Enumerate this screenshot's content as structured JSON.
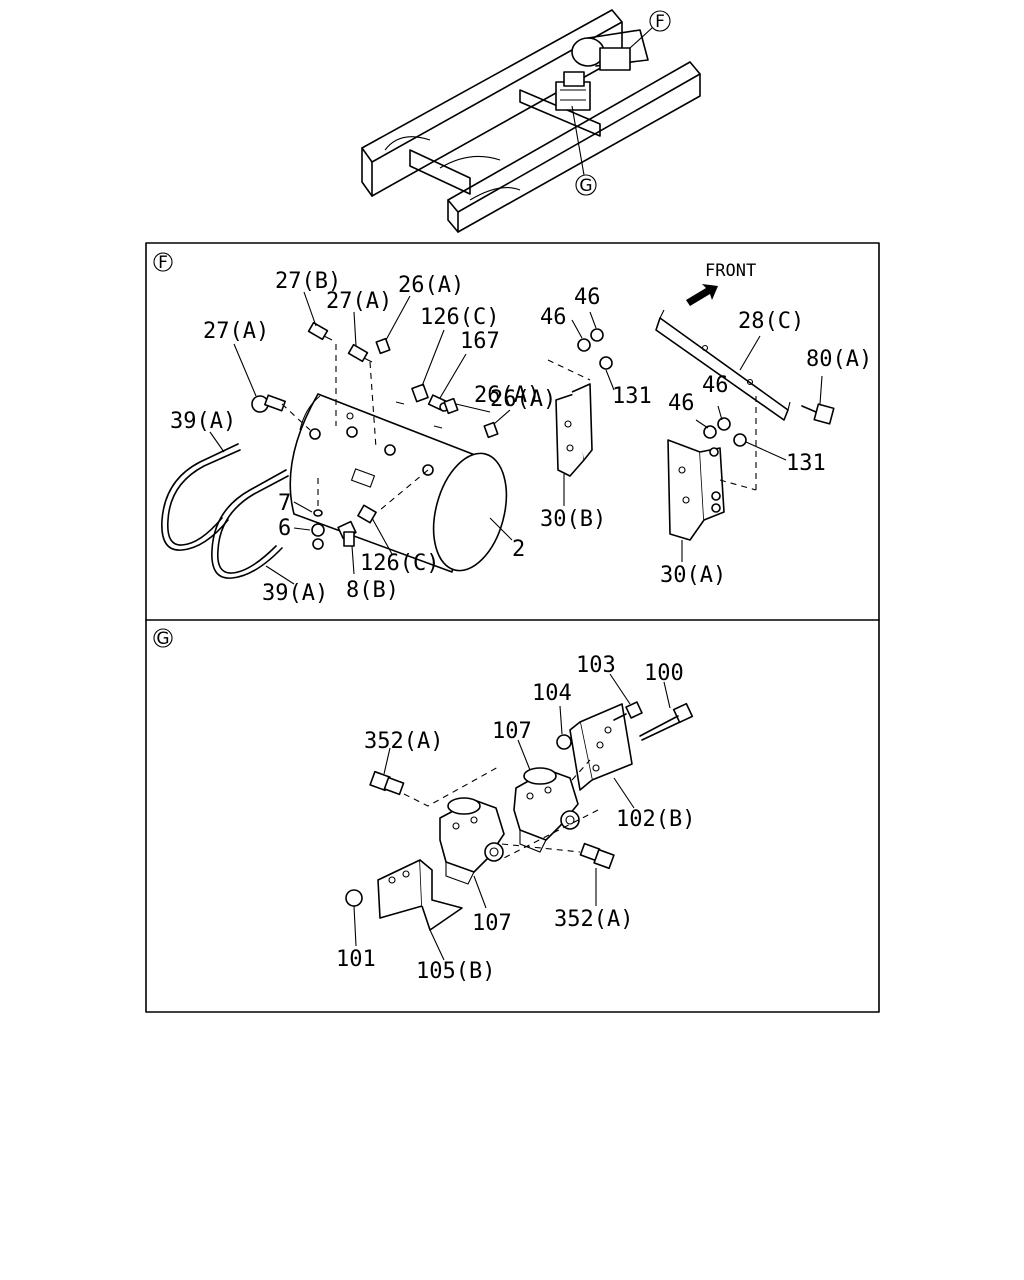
{
  "overview": {
    "callout_f": "F",
    "callout_g": "G"
  },
  "panel_f": {
    "marker": "F",
    "front_label": "FRONT",
    "labels": {
      "l_27b": "27(B)",
      "l_27a_top": "27(A)",
      "l_27a_left": "27(A)",
      "l_26a_top": "26(A)",
      "l_126c_top": "126(C)",
      "l_167": "167",
      "l_26a_mid": "26(A)",
      "l_26a_low": "26(A)",
      "l_39a_top": "39(A)",
      "l_39a_bot": "39(A)",
      "l_7": "7",
      "l_6": "6",
      "l_8b": "8(B)",
      "l_126c_bot": "126(C)",
      "l_2": "2",
      "l_46_a": "46",
      "l_46_b": "46",
      "l_131_a": "131",
      "l_30b": "30(B)",
      "l_28c": "28(C)",
      "l_80a": "80(A)",
      "l_46_c": "46",
      "l_46_d": "46",
      "l_131_b": "131",
      "l_30a": "30(A)"
    }
  },
  "panel_g": {
    "marker": "G",
    "labels": {
      "l_103": "103",
      "l_100": "100",
      "l_104": "104",
      "l_352a_top": "352(A)",
      "l_107_top": "107",
      "l_102b": "102(B)",
      "l_107_bot": "107",
      "l_352a_bot": "352(A)",
      "l_101": "101",
      "l_105b": "105(B)"
    }
  }
}
